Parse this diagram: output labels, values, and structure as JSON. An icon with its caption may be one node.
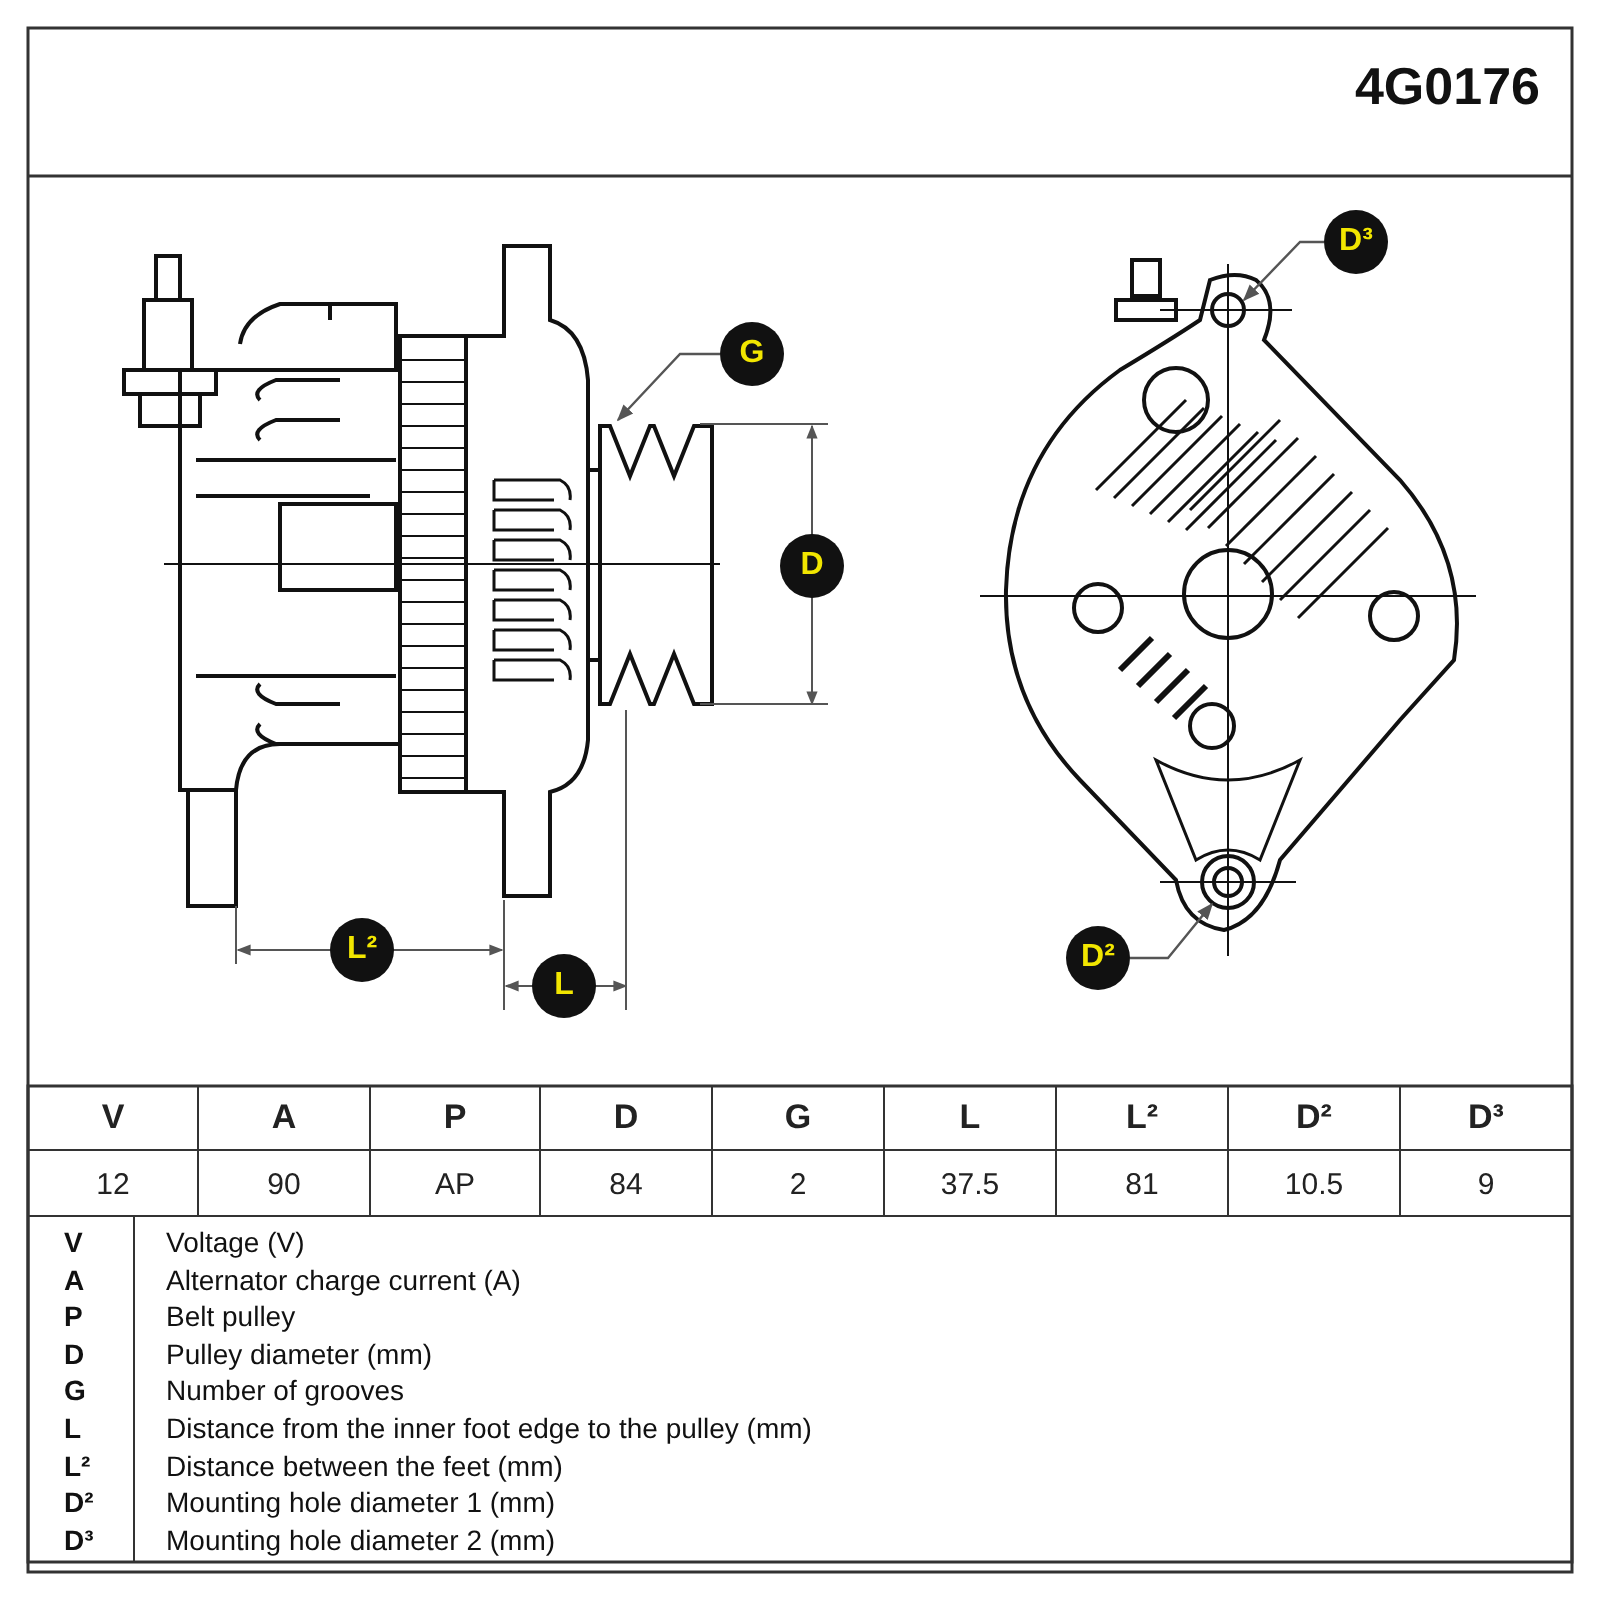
{
  "diagram": {
    "nodes": [
      {
        "text": [
          "G"
        ]
      },
      {
        "text": [
          "D"
        ]
      },
      {
        "text": [
          "L²"
        ]
      },
      {
        "text": [
          "L"
        ]
      },
      {
        "text": [
          "D³"
        ]
      },
      {
        "text": [
          "D²"
        ]
      }
    ],
    "edges": [
      {
        "from": 0,
        "to": null,
        "arrow": "to"
      },
      {
        "from": 4,
        "to": null,
        "arrow": "to"
      },
      {
        "from": 5,
        "to": null,
        "arrow": "to"
      }
    ],
    "labels": [
      "4G0176",
      "V",
      "A",
      "P",
      "D",
      "G",
      "L",
      "L²",
      "D²",
      "D³",
      "12",
      "90",
      "AP",
      "84",
      "2",
      "37.5",
      "81",
      "10.5",
      "9",
      "V",
      "Voltage (V)",
      "A",
      "Alternator charge current (A)",
      "P",
      "Belt pulley",
      "D",
      "Pulley diameter (mm)",
      "G",
      "Number of grooves",
      "L",
      "Distance from the inner foot edge to the pulley (mm)",
      "L²",
      "Distance between the feet (mm)",
      "D²",
      "Mounting hole diameter 1 (mm)",
      "D³",
      "Mounting hole diameter 2 (mm)"
    ]
  }
}
